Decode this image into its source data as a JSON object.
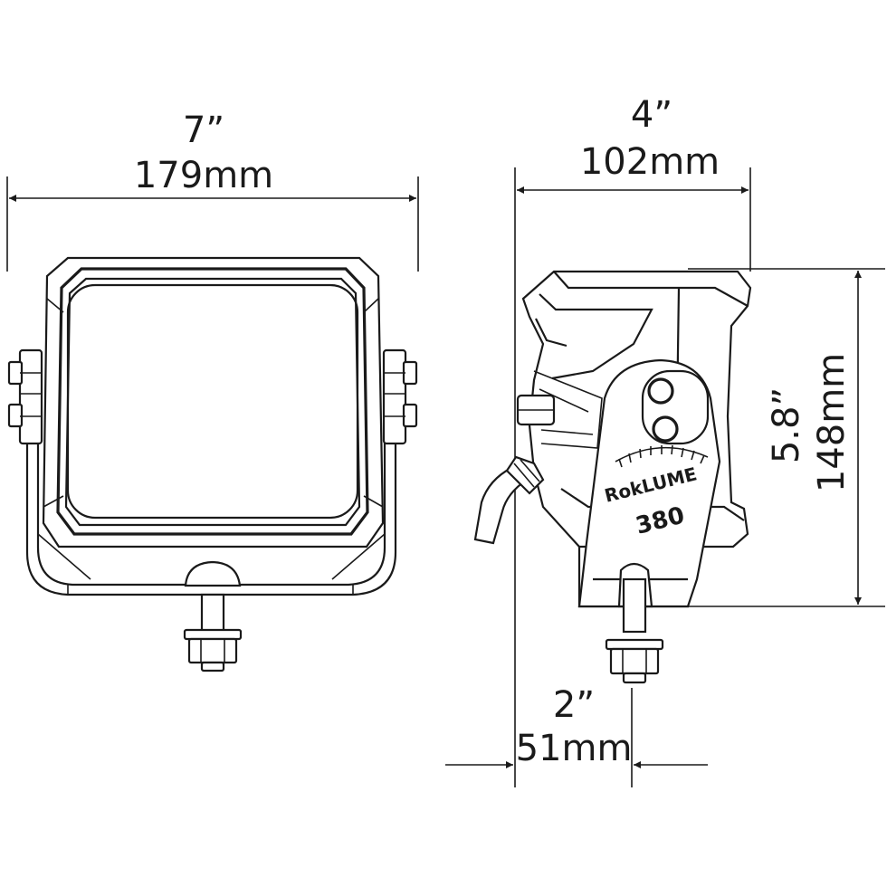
{
  "diagram": {
    "width_dimension": {
      "inches": "7”",
      "mm": "179mm"
    },
    "depth_dimension": {
      "inches": "4”",
      "mm": "102mm"
    },
    "height_dimension": {
      "inches": "5.8”",
      "mm": "148mm"
    },
    "mount_offset_dimension": {
      "inches": "2”",
      "mm": "51mm"
    },
    "product_logo": {
      "brand": "RokLUME",
      "model": "380"
    },
    "line_color": "#1a1a1a",
    "background_color": "#ffffff"
  }
}
